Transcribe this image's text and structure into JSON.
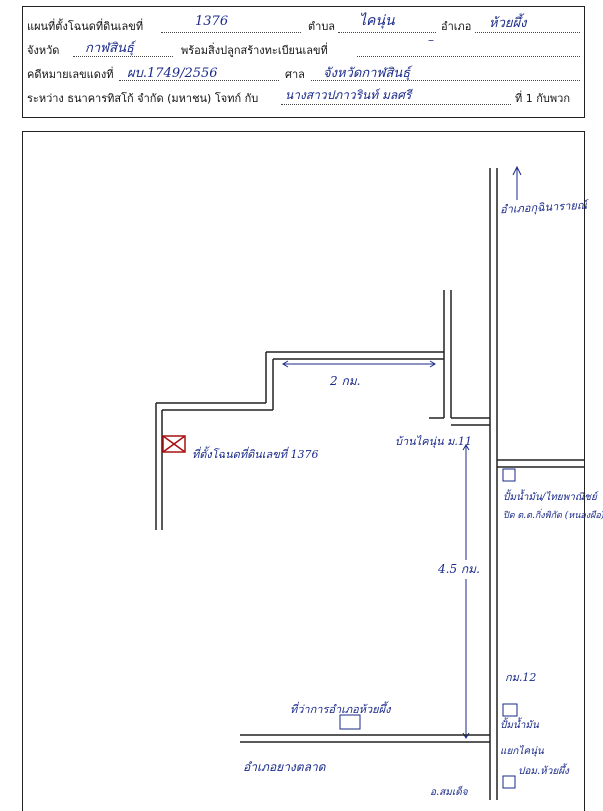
{
  "header": {
    "row1": {
      "label_plan": "แผนที่ตั้งโฉนดที่ดินเลขที่",
      "deed_no": "1376",
      "label_tambon": "ตำบล",
      "tambon": "ไคนุ่น",
      "label_amphoe": "อำเภอ",
      "amphoe": "ห้วยผึ้ง"
    },
    "row2": {
      "label_province": "จังหวัด",
      "province": "กาฬสินธุ์",
      "label_building": "พร้อมสิ่งปลูกสร้างทะเบียนเลขที่",
      "building_no": "–"
    },
    "row3": {
      "label_case": "คดีหมายเลขแดงที่",
      "case_no": "ผบ.1749/2556",
      "label_court": "ศาล",
      "court": "จังหวัดกาฬสินธุ์"
    },
    "row4": {
      "label_between": "ระหว่าง ธนาคารทิสโก้ จำกัด (มหาชน) โจทก์ กับ",
      "defendant": "นางสาวปภาวรินท์ มลศรี",
      "label_party": "ที่ 1 กับพวก"
    }
  },
  "map": {
    "north_label": "อำเภอกุฉินารายณ์",
    "distance_top": "2 กม.",
    "house_label": "บ้านไคนุ่น ม.11",
    "plot_label": "ที่ตั้งโฉนดที่ดินเลขที่ 1376",
    "distance_long": "4.5 กม.",
    "bank_label": "ปั้มน้ำมัน/ไทยพาณิชย์",
    "bank_sub": "ปิด ต.ต.กิ่งพิกัด (หนองผือ)",
    "km_label": "กม.12",
    "office_label": "ที่ว่าการอำเภอห้วยผึ้ง",
    "temple_label": "ปั้มน้ำมัน",
    "school_label": "แยกไคนุ่น",
    "police_label": "ปอม.ห้วยผึ้ง",
    "south_label": "อำเภอยางตลาด",
    "bottom_right": "อ.สมเด็จ"
  }
}
